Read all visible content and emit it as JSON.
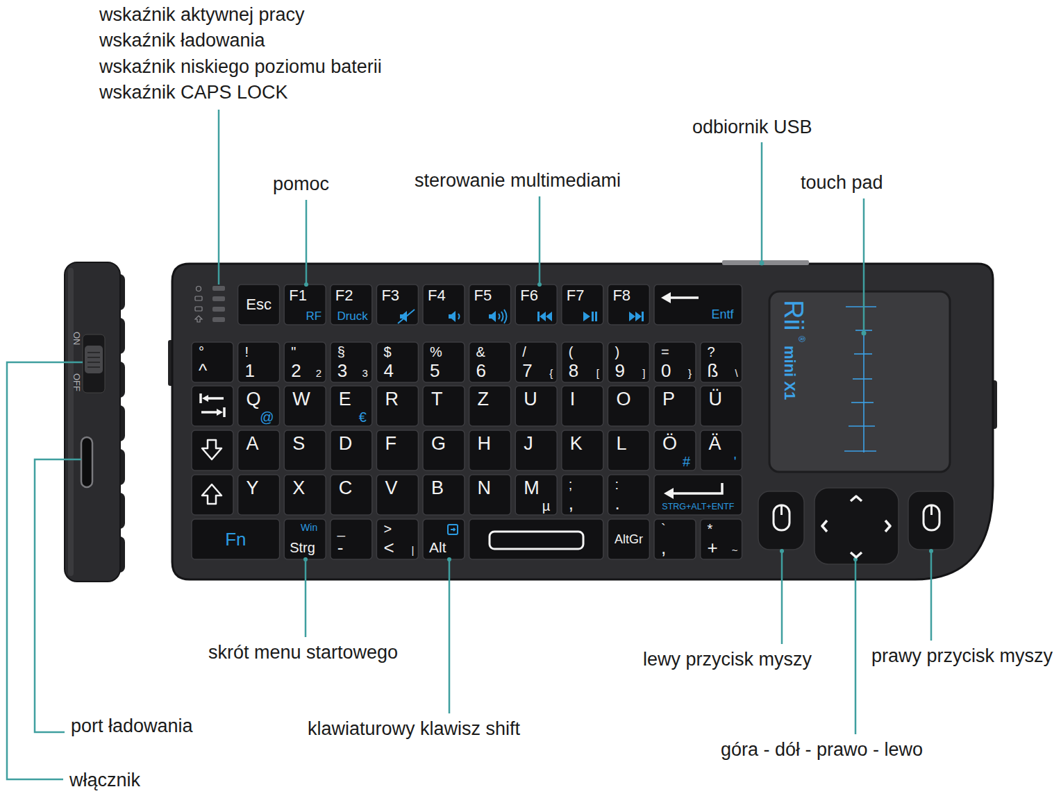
{
  "diagram": {
    "nodes": [
      {
        "text": [
          "Esc"
        ]
      },
      {
        "text": [
          "F1",
          "RF"
        ]
      },
      {
        "text": [
          "F2",
          "Druck"
        ]
      },
      {
        "text": [
          "F3"
        ]
      },
      {
        "text": [
          "F4"
        ]
      },
      {
        "text": [
          "F5"
        ]
      },
      {
        "text": [
          "F6"
        ]
      },
      {
        "text": [
          "F7"
        ]
      },
      {
        "text": [
          "F8"
        ]
      },
      {
        "text": [
          "Entf"
        ]
      },
      {
        "text": [
          "°",
          "^"
        ]
      },
      {
        "text": [
          "!",
          "1"
        ]
      },
      {
        "text": [
          "\"",
          "2",
          "2"
        ]
      },
      {
        "text": [
          "§",
          "3",
          "3"
        ]
      },
      {
        "text": [
          "$",
          "4"
        ]
      },
      {
        "text": [
          "%",
          "5"
        ]
      },
      {
        "text": [
          "&",
          "6"
        ]
      },
      {
        "text": [
          "/",
          "7",
          "{"
        ]
      },
      {
        "text": [
          "(",
          "8",
          "["
        ]
      },
      {
        "text": [
          ")",
          "9",
          "]"
        ]
      },
      {
        "text": [
          "=",
          "0",
          "}"
        ]
      },
      {
        "text": [
          "?",
          "ß",
          "\\"
        ]
      },
      {
        "text": [
          "Q",
          "@"
        ]
      },
      {
        "text": [
          "W"
        ]
      },
      {
        "text": [
          "E",
          "€"
        ]
      },
      {
        "text": [
          "R"
        ]
      },
      {
        "text": [
          "T"
        ]
      },
      {
        "text": [
          "Z"
        ]
      },
      {
        "text": [
          "U"
        ]
      },
      {
        "text": [
          "I"
        ]
      },
      {
        "text": [
          "O"
        ]
      },
      {
        "text": [
          "P"
        ]
      },
      {
        "text": [
          "Ü"
        ]
      },
      {
        "text": [
          "A"
        ]
      },
      {
        "text": [
          "S"
        ]
      },
      {
        "text": [
          "D"
        ]
      },
      {
        "text": [
          "F"
        ]
      },
      {
        "text": [
          "G"
        ]
      },
      {
        "text": [
          "H"
        ]
      },
      {
        "text": [
          "J"
        ]
      },
      {
        "text": [
          "K"
        ]
      },
      {
        "text": [
          "L"
        ]
      },
      {
        "text": [
          "Ö",
          "#"
        ]
      },
      {
        "text": [
          "Ä",
          "'"
        ]
      },
      {
        "text": [
          "Y"
        ]
      },
      {
        "text": [
          "X"
        ]
      },
      {
        "text": [
          "C"
        ]
      },
      {
        "text": [
          "V"
        ]
      },
      {
        "text": [
          "B"
        ]
      },
      {
        "text": [
          "N"
        ]
      },
      {
        "text": [
          "M",
          "µ"
        ]
      },
      {
        "text": [
          ";",
          ","
        ]
      },
      {
        "text": [
          ":",
          "."
        ]
      },
      {
        "text": [
          "STRG+ALT+ENTF"
        ]
      },
      {
        "text": [
          "Fn"
        ]
      },
      {
        "text": [
          "Win",
          "Strg"
        ]
      },
      {
        "text": [
          "_",
          "-"
        ]
      },
      {
        "text": [
          ">",
          "<",
          "|"
        ]
      },
      {
        "text": [
          "Alt"
        ]
      },
      {
        "text": [
          "AltGr"
        ]
      },
      {
        "text": [
          "`",
          ","
        ]
      },
      {
        "text": [
          "*",
          "+",
          "~"
        ]
      }
    ],
    "labels": [
      "wskaźnik aktywnej pracy",
      "wskaźnik ładowania",
      "wskaźnik niskiego poziomu baterii",
      "wskaźnik CAPS LOCK",
      "pomoc",
      "sterowanie multimediami",
      "odbiornik USB",
      "touch pad",
      "skrót menu startowego",
      "klawiaturowy klawisz shift",
      "lewy przycisk myszy",
      "prawy przycisk myszy",
      "góra - dół - prawo - lewo",
      "port ładowania",
      "włącznik",
      "ON",
      "OFF",
      "Rii",
      "®",
      "mini X1"
    ]
  }
}
